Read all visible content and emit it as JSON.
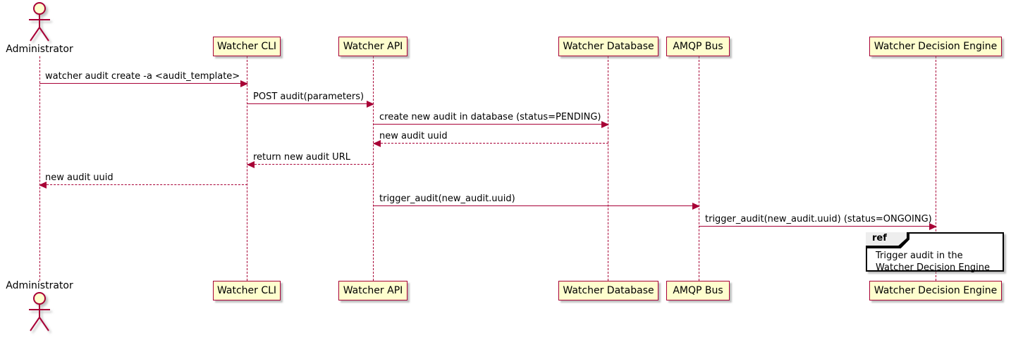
{
  "participants": [
    {
      "id": "administrator",
      "label": "Administrator",
      "type": "actor"
    },
    {
      "id": "watcher-cli",
      "label": "Watcher CLI",
      "type": "participant"
    },
    {
      "id": "watcher-api",
      "label": "Watcher API",
      "type": "participant"
    },
    {
      "id": "watcher-database",
      "label": "Watcher Database",
      "type": "participant"
    },
    {
      "id": "amqp-bus",
      "label": "AMQP Bus",
      "type": "participant"
    },
    {
      "id": "watcher-decision-engine",
      "label": "Watcher Decision Engine",
      "type": "participant"
    }
  ],
  "messages": [
    {
      "from": "Administrator",
      "to": "Watcher CLI",
      "style": "solid",
      "label": "watcher audit create -a <audit_template>"
    },
    {
      "from": "Watcher CLI",
      "to": "Watcher API",
      "style": "solid",
      "label": "POST audit(parameters)"
    },
    {
      "from": "Watcher API",
      "to": "Watcher Database",
      "style": "solid",
      "label": "create new audit in database (status=PENDING)"
    },
    {
      "from": "Watcher Database",
      "to": "Watcher API",
      "style": "dashed",
      "label": "new audit uuid"
    },
    {
      "from": "Watcher API",
      "to": "Watcher CLI",
      "style": "dashed",
      "label": "return new audit URL"
    },
    {
      "from": "Watcher CLI",
      "to": "Administrator",
      "style": "dashed",
      "label": "new audit uuid"
    },
    {
      "from": "Watcher API",
      "to": "AMQP Bus",
      "style": "solid",
      "label": "trigger_audit(new_audit.uuid)"
    },
    {
      "from": "AMQP Bus",
      "to": "Watcher Decision Engine",
      "style": "solid",
      "label": "trigger_audit(new_audit.uuid) (status=ONGOING)"
    }
  ],
  "ref": {
    "keyword": "ref",
    "line1": "Trigger audit in the",
    "line2": "Watcher Decision Engine"
  },
  "colors": {
    "participant_fill": "#FEFECE",
    "border": "#A80036",
    "arrow": "#A80036",
    "text": "#000000",
    "ref_border": "#000000",
    "ref_header_fill": "#EEEEEE",
    "ref_fill": "#FFFFFF"
  }
}
